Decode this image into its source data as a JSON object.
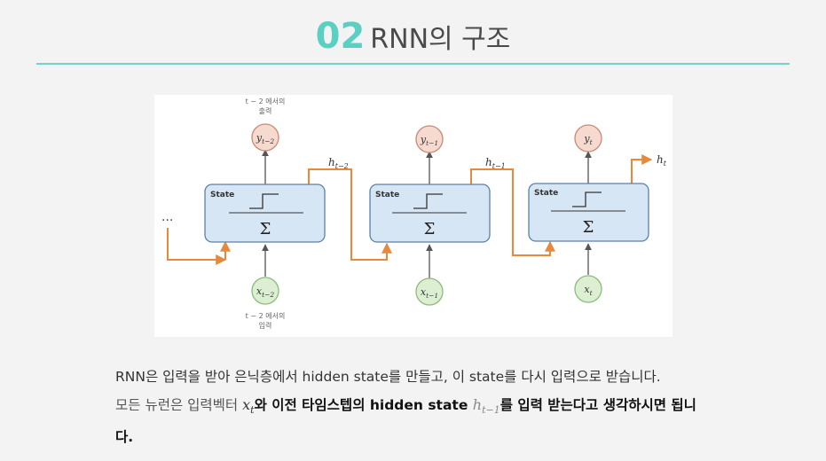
{
  "header": {
    "number": "02",
    "title": "RNN의 구조"
  },
  "diagram": {
    "state_label": "State",
    "sigma": "Σ",
    "ellipsis": "...",
    "top_caption_line1": "t − 2 에서의",
    "top_caption_line2": "출력",
    "bottom_caption_line1": "t − 2 에서의",
    "bottom_caption_line2": "입력",
    "cells": [
      {
        "y_base": "y",
        "y_sub": "t−2",
        "x_base": "x",
        "x_sub": "t−2"
      },
      {
        "y_base": "y",
        "y_sub": "t−1",
        "x_base": "x",
        "x_sub": "t−1"
      },
      {
        "y_base": "y",
        "y_sub": "t",
        "x_base": "x",
        "x_sub": "t"
      }
    ],
    "hidden_labels": [
      {
        "base": "h",
        "sub": "t−2"
      },
      {
        "base": "h",
        "sub": "t−1"
      },
      {
        "base": "h",
        "sub": "t"
      }
    ],
    "colors": {
      "state_fill": "#d7e6f5",
      "state_stroke": "#5c7fa8",
      "output_fill": "#f6d9cf",
      "output_stroke": "#c98a77",
      "input_fill": "#dcefd3",
      "input_stroke": "#8dba7d",
      "hidden_arrow": "#e8883a",
      "vertical_arrow": "#555555"
    }
  },
  "body": {
    "line1": "RNN은 입력을 받아 은닉층에서 hidden state를 만들고, 이 state를 다시 입력으로 받습니다.",
    "line2_plain": "모든 뉴런은 입력벡터 ",
    "line2_x_base": "x",
    "line2_x_sub": "t",
    "line2_bold1": "와 이전 타임스텝의 hidden state ",
    "line2_h_base": "h",
    "line2_h_sub": "t−1",
    "line2_bold2": "를 입력 받는다고 생각하시면 됩니",
    "line3_bold": "다."
  }
}
